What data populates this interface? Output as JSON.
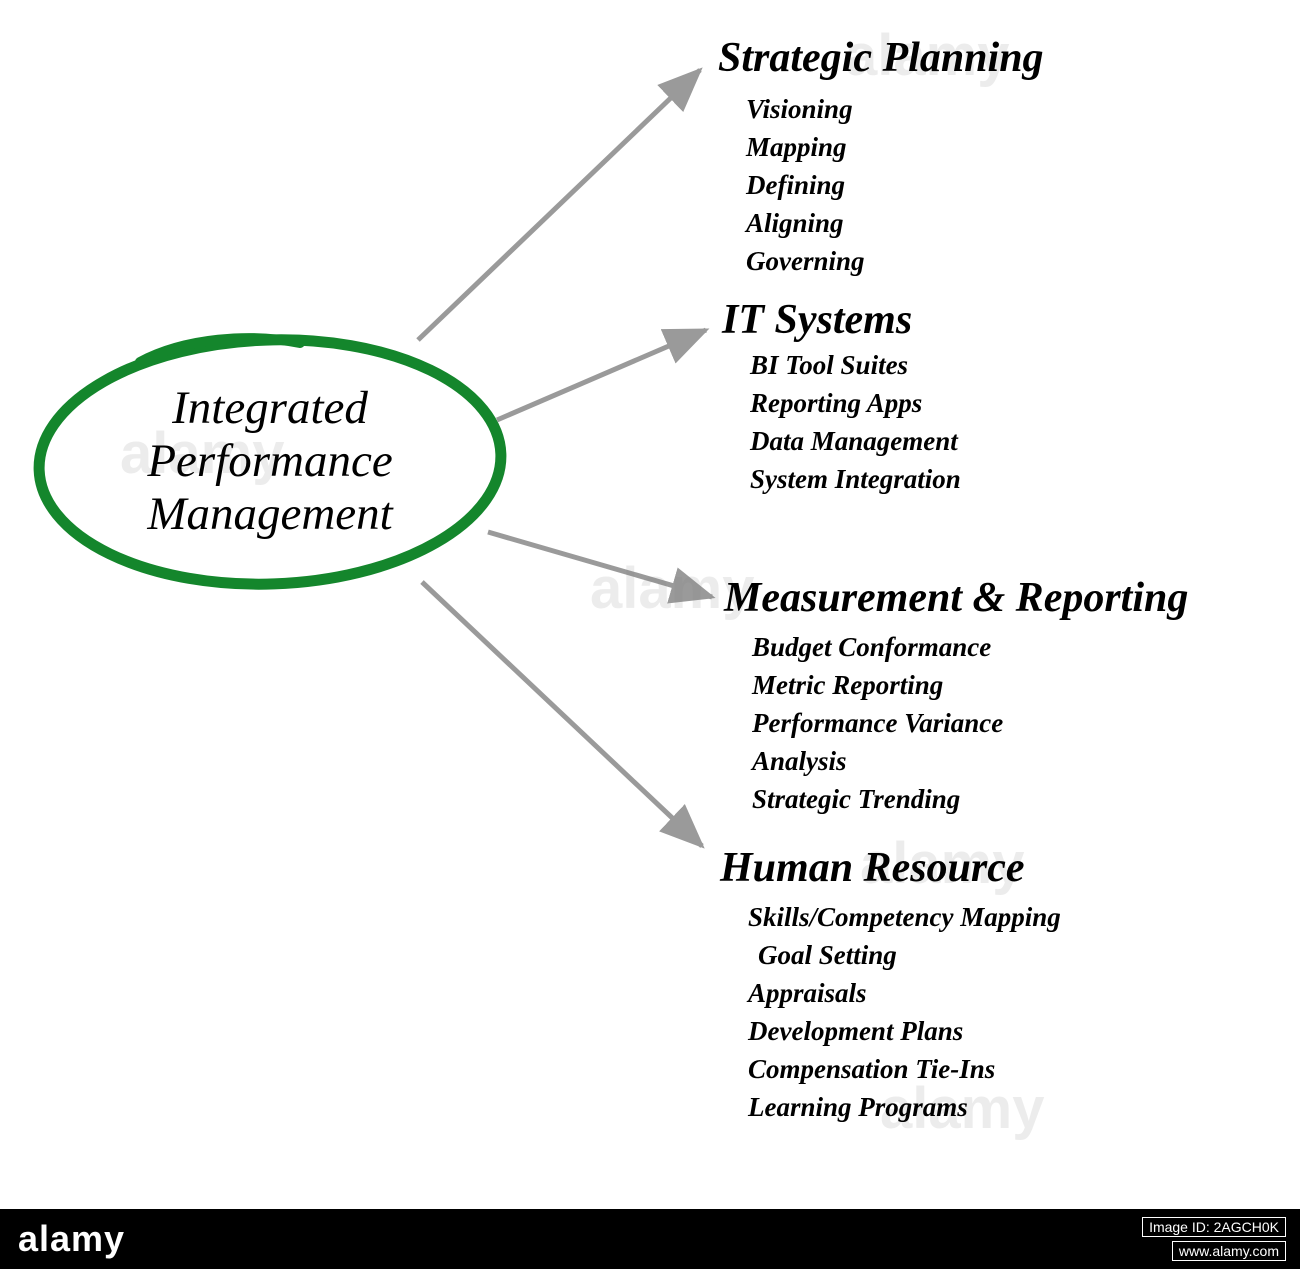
{
  "center": {
    "lines": [
      "Integrated",
      "Performance",
      "Management"
    ]
  },
  "sections": [
    {
      "title": "Strategic Planning",
      "items": [
        "Visioning",
        "Mapping",
        "Defining",
        "Aligning",
        "Governing"
      ]
    },
    {
      "title": "IT Systems",
      "items": [
        "BI Tool Suites",
        "Reporting Apps",
        "Data Management",
        "System Integration"
      ]
    },
    {
      "title": "Measurement & Reporting",
      "items": [
        "Budget Conformance",
        "Metric Reporting",
        "Performance Variance",
        "Analysis",
        "Strategic Trending"
      ]
    },
    {
      "title": "Human Resource",
      "items": [
        "Skills/Competency Mapping",
        "Goal Setting",
        "Appraisals",
        "Development Plans",
        "Compensation Tie-Ins",
        "Learning Programs"
      ]
    }
  ],
  "watermark": {
    "text": "alamy"
  },
  "footer": {
    "brand": "alamy",
    "image_id": "Image ID: 2AGCH0K",
    "url": "www.alamy.com"
  },
  "colors": {
    "ellipse_stroke": "#14862c",
    "arrow": "#9a9a9a",
    "text": "#000000",
    "footer_bg": "#000000",
    "footer_text": "#ffffff"
  }
}
